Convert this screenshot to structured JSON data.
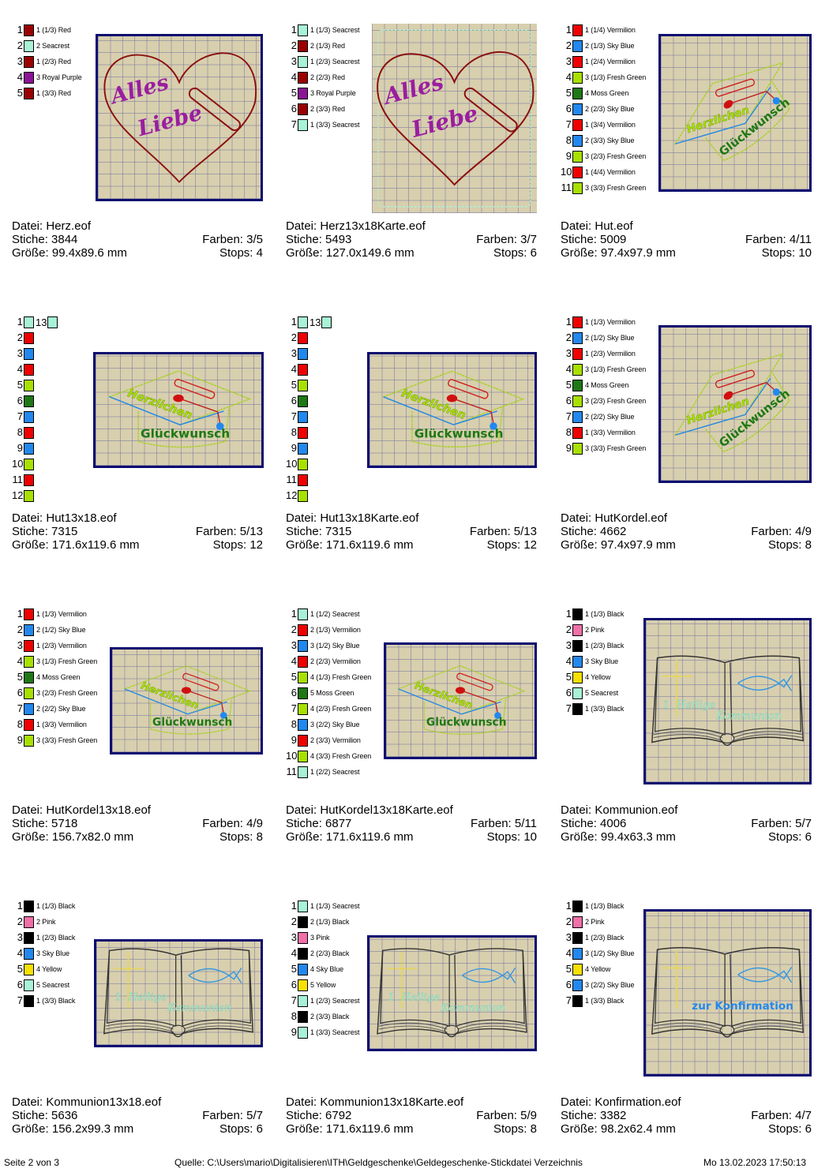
{
  "labels": {
    "file": "Datei:",
    "stitches": "Stiche:",
    "colors": "Farben:",
    "size": "Größe:",
    "stops": "Stops:"
  },
  "palette": {
    "Red": "#9b0000",
    "Seacrest": "#a8f2d6",
    "Royal Purple": "#8c1496",
    "Vermilion": "#f00000",
    "Sky Blue": "#2288ee",
    "Fresh Green": "#a8e000",
    "Moss Green": "#1e7814",
    "Black": "#000000",
    "Pink": "#f070a8",
    "Yellow": "#f8e000"
  },
  "designs": [
    {
      "file": "Herz.eof",
      "stitches": "3844",
      "colors": "3/5",
      "size": "99.4x89.6 mm",
      "stops": "4",
      "art": "heart",
      "art_text": [
        "Alles",
        "Liebe"
      ],
      "threads": [
        {
          "n": "1",
          "c": "Red",
          "label": "1 (1/3) Red"
        },
        {
          "n": "2",
          "c": "Seacrest",
          "label": "2 Seacrest"
        },
        {
          "n": "3",
          "c": "Red",
          "label": "1 (2/3) Red"
        },
        {
          "n": "4",
          "c": "Royal Purple",
          "label": "3 Royal Purple"
        },
        {
          "n": "5",
          "c": "Red",
          "label": "1 (3/3) Red"
        }
      ]
    },
    {
      "file": "Herz13x18Karte.eof",
      "stitches": "5493",
      "colors": "3/7",
      "size": "127.0x149.6 mm",
      "stops": "6",
      "art": "heart-card",
      "art_text": [
        "Alles",
        "Liebe"
      ],
      "threads": [
        {
          "n": "1",
          "c": "Seacrest",
          "label": "1 (1/3) Seacrest"
        },
        {
          "n": "2",
          "c": "Red",
          "label": "2 (1/3) Red"
        },
        {
          "n": "3",
          "c": "Seacrest",
          "label": "1 (2/3) Seacrest"
        },
        {
          "n": "4",
          "c": "Red",
          "label": "2 (2/3) Red"
        },
        {
          "n": "5",
          "c": "Royal Purple",
          "label": "3 Royal Purple"
        },
        {
          "n": "6",
          "c": "Red",
          "label": "2 (3/3) Red"
        },
        {
          "n": "7",
          "c": "Seacrest",
          "label": "1 (3/3) Seacrest"
        }
      ]
    },
    {
      "file": "Hut.eof",
      "stitches": "5009",
      "colors": "4/11",
      "size": "97.4x97.9 mm",
      "stops": "10",
      "art": "hat-tilt",
      "art_text": [
        "Herzlichen",
        "Glückwunsch"
      ],
      "threads": [
        {
          "n": "1",
          "c": "Vermilion",
          "label": "1 (1/4) Vermilion"
        },
        {
          "n": "2",
          "c": "Sky Blue",
          "label": "2 (1/3) Sky Blue"
        },
        {
          "n": "3",
          "c": "Vermilion",
          "label": "1 (2/4) Vermilion"
        },
        {
          "n": "4",
          "c": "Fresh Green",
          "label": "3 (1/3) Fresh Green"
        },
        {
          "n": "5",
          "c": "Moss Green",
          "label": "4 Moss Green"
        },
        {
          "n": "6",
          "c": "Sky Blue",
          "label": "2 (2/3) Sky Blue"
        },
        {
          "n": "7",
          "c": "Vermilion",
          "label": "1 (3/4) Vermilion"
        },
        {
          "n": "8",
          "c": "Sky Blue",
          "label": "2 (3/3) Sky Blue"
        },
        {
          "n": "9",
          "c": "Fresh Green",
          "label": "3 (2/3) Fresh Green"
        },
        {
          "n": "10",
          "c": "Vermilion",
          "label": "1 (4/4) Vermilion"
        },
        {
          "n": "11",
          "c": "Fresh Green",
          "label": "3 (3/3) Fresh Green"
        }
      ]
    },
    {
      "file": "Hut13x18.eof",
      "stitches": "7315",
      "colors": "5/13",
      "size": "171.6x119.6 mm",
      "stops": "12",
      "art": "hat",
      "art_text": [
        "Herzlichen",
        "Glückwunsch"
      ],
      "extra": {
        "n": "13",
        "c": "Seacrest"
      },
      "threads": [
        {
          "n": "1",
          "c": "Seacrest"
        },
        {
          "n": "2",
          "c": "Vermilion"
        },
        {
          "n": "3",
          "c": "Sky Blue"
        },
        {
          "n": "4",
          "c": "Vermilion"
        },
        {
          "n": "5",
          "c": "Fresh Green"
        },
        {
          "n": "6",
          "c": "Moss Green"
        },
        {
          "n": "7",
          "c": "Sky Blue"
        },
        {
          "n": "8",
          "c": "Vermilion"
        },
        {
          "n": "9",
          "c": "Sky Blue"
        },
        {
          "n": "10",
          "c": "Fresh Green"
        },
        {
          "n": "11",
          "c": "Vermilion"
        },
        {
          "n": "12",
          "c": "Fresh Green"
        }
      ]
    },
    {
      "file": "Hut13x18Karte.eof",
      "stitches": "7315",
      "colors": "5/13",
      "size": "171.6x119.6 mm",
      "stops": "12",
      "art": "hat",
      "art_text": [
        "Herzlichen",
        "Glückwunsch"
      ],
      "extra": {
        "n": "13",
        "c": "Seacrest"
      },
      "threads": [
        {
          "n": "1",
          "c": "Seacrest"
        },
        {
          "n": "2",
          "c": "Vermilion"
        },
        {
          "n": "3",
          "c": "Sky Blue"
        },
        {
          "n": "4",
          "c": "Vermilion"
        },
        {
          "n": "5",
          "c": "Fresh Green"
        },
        {
          "n": "6",
          "c": "Moss Green"
        },
        {
          "n": "7",
          "c": "Sky Blue"
        },
        {
          "n": "8",
          "c": "Vermilion"
        },
        {
          "n": "9",
          "c": "Sky Blue"
        },
        {
          "n": "10",
          "c": "Fresh Green"
        },
        {
          "n": "11",
          "c": "Vermilion"
        },
        {
          "n": "12",
          "c": "Fresh Green"
        }
      ]
    },
    {
      "file": "HutKordel.eof",
      "stitches": "4662",
      "colors": "4/9",
      "size": "97.4x97.9 mm",
      "stops": "8",
      "art": "hat-tilt",
      "art_text": [
        "Herzlichen",
        "Glückwunsch"
      ],
      "threads": [
        {
          "n": "1",
          "c": "Vermilion",
          "label": "1 (1/3) Vermilion"
        },
        {
          "n": "2",
          "c": "Sky Blue",
          "label": "2 (1/2) Sky Blue"
        },
        {
          "n": "3",
          "c": "Vermilion",
          "label": "1 (2/3) Vermilion"
        },
        {
          "n": "4",
          "c": "Fresh Green",
          "label": "3 (1/3) Fresh Green"
        },
        {
          "n": "5",
          "c": "Moss Green",
          "label": "4 Moss Green"
        },
        {
          "n": "6",
          "c": "Fresh Green",
          "label": "3 (2/3) Fresh Green"
        },
        {
          "n": "7",
          "c": "Sky Blue",
          "label": "2 (2/2) Sky Blue"
        },
        {
          "n": "8",
          "c": "Vermilion",
          "label": "1 (3/3) Vermilion"
        },
        {
          "n": "9",
          "c": "Fresh Green",
          "label": "3 (3/3) Fresh Green"
        }
      ]
    },
    {
      "file": "HutKordel13x18.eof",
      "stitches": "5718",
      "colors": "4/9",
      "size": "156.7x82.0 mm",
      "stops": "8",
      "art": "hat",
      "art_text": [
        "Herzlichen",
        "Glückwunsch"
      ],
      "threads": [
        {
          "n": "1",
          "c": "Vermilion",
          "label": "1 (1/3) Vermilion"
        },
        {
          "n": "2",
          "c": "Sky Blue",
          "label": "2 (1/2) Sky Blue"
        },
        {
          "n": "3",
          "c": "Vermilion",
          "label": "1 (2/3) Vermilion"
        },
        {
          "n": "4",
          "c": "Fresh Green",
          "label": "3 (1/3) Fresh Green"
        },
        {
          "n": "5",
          "c": "Moss Green",
          "label": "4 Moss Green"
        },
        {
          "n": "6",
          "c": "Fresh Green",
          "label": "3 (2/3) Fresh Green"
        },
        {
          "n": "7",
          "c": "Sky Blue",
          "label": "2 (2/2) Sky Blue"
        },
        {
          "n": "8",
          "c": "Vermilion",
          "label": "1 (3/3) Vermilion"
        },
        {
          "n": "9",
          "c": "Fresh Green",
          "label": "3 (3/3) Fresh Green"
        }
      ]
    },
    {
      "file": "HutKordel13x18Karte.eof",
      "stitches": "6877",
      "colors": "5/11",
      "size": "171.6x119.6 mm",
      "stops": "10",
      "art": "hat",
      "art_text": [
        "Herzlichen",
        "Glückwunsch"
      ],
      "threads": [
        {
          "n": "1",
          "c": "Seacrest",
          "label": "1 (1/2) Seacrest"
        },
        {
          "n": "2",
          "c": "Vermilion",
          "label": "2 (1/3) Vermilion"
        },
        {
          "n": "3",
          "c": "Sky Blue",
          "label": "3 (1/2) Sky Blue"
        },
        {
          "n": "4",
          "c": "Vermilion",
          "label": "2 (2/3) Vermilion"
        },
        {
          "n": "5",
          "c": "Fresh Green",
          "label": "4 (1/3) Fresh Green"
        },
        {
          "n": "6",
          "c": "Moss Green",
          "label": "5 Moss Green"
        },
        {
          "n": "7",
          "c": "Fresh Green",
          "label": "4 (2/3) Fresh Green"
        },
        {
          "n": "8",
          "c": "Sky Blue",
          "label": "3 (2/2) Sky Blue"
        },
        {
          "n": "9",
          "c": "Vermilion",
          "label": "2 (3/3) Vermilion"
        },
        {
          "n": "10",
          "c": "Fresh Green",
          "label": "4 (3/3) Fresh Green"
        },
        {
          "n": "11",
          "c": "Seacrest",
          "label": "1 (2/2) Seacrest"
        }
      ]
    },
    {
      "file": "Kommunion.eof",
      "stitches": "4006",
      "colors": "5/7",
      "size": "99.4x63.3 mm",
      "stops": "6",
      "art": "book",
      "art_text": [
        "1. Heilige",
        "Kommunion"
      ],
      "threads": [
        {
          "n": "1",
          "c": "Black",
          "label": "1 (1/3) Black"
        },
        {
          "n": "2",
          "c": "Pink",
          "label": "2 Pink"
        },
        {
          "n": "3",
          "c": "Black",
          "label": "1 (2/3) Black"
        },
        {
          "n": "4",
          "c": "Sky Blue",
          "label": "3 Sky Blue"
        },
        {
          "n": "5",
          "c": "Yellow",
          "label": "4 Yellow"
        },
        {
          "n": "6",
          "c": "Seacrest",
          "label": "5 Seacrest"
        },
        {
          "n": "7",
          "c": "Black",
          "label": "1 (3/3) Black"
        }
      ]
    },
    {
      "file": "Kommunion13x18.eof",
      "stitches": "5636",
      "colors": "5/7",
      "size": "156.2x99.3 mm",
      "stops": "6",
      "art": "book",
      "art_text": [
        "1. Heilige",
        "Kommunion"
      ],
      "threads": [
        {
          "n": "1",
          "c": "Black",
          "label": "1 (1/3) Black"
        },
        {
          "n": "2",
          "c": "Pink",
          "label": "2 Pink"
        },
        {
          "n": "3",
          "c": "Black",
          "label": "1 (2/3) Black"
        },
        {
          "n": "4",
          "c": "Sky Blue",
          "label": "3 Sky Blue"
        },
        {
          "n": "5",
          "c": "Yellow",
          "label": "4 Yellow"
        },
        {
          "n": "6",
          "c": "Seacrest",
          "label": "5 Seacrest"
        },
        {
          "n": "7",
          "c": "Black",
          "label": "1 (3/3) Black"
        }
      ]
    },
    {
      "file": "Kommunion13x18Karte.eof",
      "stitches": "6792",
      "colors": "5/9",
      "size": "171.6x119.6 mm",
      "stops": "8",
      "art": "book",
      "art_text": [
        "1. Heilige",
        "Kommunion"
      ],
      "threads": [
        {
          "n": "1",
          "c": "Seacrest",
          "label": "1 (1/3) Seacrest"
        },
        {
          "n": "2",
          "c": "Black",
          "label": "2 (1/3) Black"
        },
        {
          "n": "3",
          "c": "Pink",
          "label": "3 Pink"
        },
        {
          "n": "4",
          "c": "Black",
          "label": "2 (2/3) Black"
        },
        {
          "n": "5",
          "c": "Sky Blue",
          "label": "4 Sky Blue"
        },
        {
          "n": "6",
          "c": "Yellow",
          "label": "5 Yellow"
        },
        {
          "n": "7",
          "c": "Seacrest",
          "label": "1 (2/3) Seacrest"
        },
        {
          "n": "8",
          "c": "Black",
          "label": "2 (3/3) Black"
        },
        {
          "n": "9",
          "c": "Seacrest",
          "label": "1 (3/3) Seacrest"
        }
      ]
    },
    {
      "file": "Konfirmation.eof",
      "stitches": "3382",
      "colors": "4/7",
      "size": "98.2x62.4 mm",
      "stops": "6",
      "art": "book-konf",
      "art_text": [
        "zur Konfirmation"
      ],
      "threads": [
        {
          "n": "1",
          "c": "Black",
          "label": "1 (1/3) Black"
        },
        {
          "n": "2",
          "c": "Pink",
          "label": "2 Pink"
        },
        {
          "n": "3",
          "c": "Black",
          "label": "1 (2/3) Black"
        },
        {
          "n": "4",
          "c": "Sky Blue",
          "label": "3 (1/2) Sky Blue"
        },
        {
          "n": "5",
          "c": "Yellow",
          "label": "4 Yellow"
        },
        {
          "n": "6",
          "c": "Sky Blue",
          "label": "3 (2/2) Sky Blue"
        },
        {
          "n": "7",
          "c": "Black",
          "label": "1 (3/3) Black"
        }
      ]
    }
  ],
  "footer": {
    "page": "Seite 2 von 3",
    "source": "Quelle: C:\\Users\\mario\\Digitalisieren\\ITH\\Geldgeschenke\\Geldegeschenke-Stickdatei Verzeichnis",
    "date": "Mo 13.02.2023 17:50:13"
  }
}
